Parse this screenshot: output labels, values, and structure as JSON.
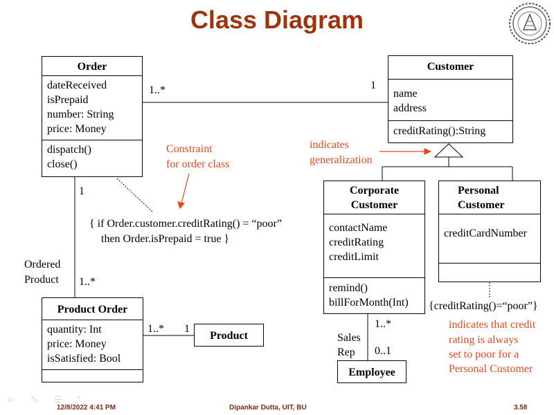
{
  "title": "Class Diagram",
  "classes": {
    "order": {
      "name": "Order",
      "attributes": [
        "dateReceived",
        "isPrepaid",
        "number: String",
        "price: Money"
      ],
      "operations": [
        "dispatch()",
        "close()"
      ]
    },
    "customer": {
      "name": "Customer",
      "attributes": [
        "name",
        "address"
      ],
      "operations": [
        "creditRating():String"
      ]
    },
    "corporate_customer": {
      "name_line1": "Corporate",
      "name_line2": "Customer",
      "attributes": [
        "contactName",
        "creditRating",
        "creditLimit"
      ],
      "operations": [
        "remind()",
        "billForMonth(Int)"
      ]
    },
    "personal_customer": {
      "name_line1": "Personal",
      "name_line2": "Customer",
      "attributes": [
        "creditCardNumber"
      ]
    },
    "product_order": {
      "name": "Product Order",
      "attributes": [
        "quantity: Int",
        "price: Money",
        "isSatisfied:  Bool"
      ]
    },
    "product": {
      "name": "Product"
    },
    "employee": {
      "name": "Employee"
    }
  },
  "multiplicities": {
    "order_customer_order_end": "1..*",
    "order_customer_customer_end": "1",
    "order_productorder_order_end": "1",
    "order_productorder_line_end": "1..*",
    "productorder_product_line_end": "1..*",
    "productorder_product_product_end": "1",
    "corporate_employee_corporate_end": "1..*",
    "corporate_employee_employee_end": "0..1"
  },
  "roles": {
    "ordered_product_line1": "Ordered",
    "ordered_product_line2": "Product",
    "sales_rep_line1": "Sales",
    "sales_rep_line2": "Rep"
  },
  "annotations": {
    "constraint_label_line1": "Constraint",
    "constraint_label_line2": "for order class",
    "constraint_line1": "{  if  Order.customer.creditRating() = “poor”",
    "constraint_line2": "then  Order.isPrepaid = true }",
    "generalization_line1": "indicates",
    "generalization_line2": "generalization",
    "personal_constraint": "{creditRating()=“poor”}",
    "credit_note": [
      "indicates that credit",
      "rating is always",
      "set to poor for a",
      "Personal Customer"
    ]
  },
  "footer": {
    "date": "12/8/2022 4:41 PM",
    "author": "Dipankar Dutta, UIT, BU",
    "page": "3.58"
  },
  "colors": {
    "title": "#a0330b",
    "annotation": "#e8471c",
    "footer": "#7a2a12"
  },
  "icons": [
    "university-seal-icon",
    "arrow-left-icon",
    "pen-icon",
    "menu-icon",
    "speaker-icon"
  ]
}
